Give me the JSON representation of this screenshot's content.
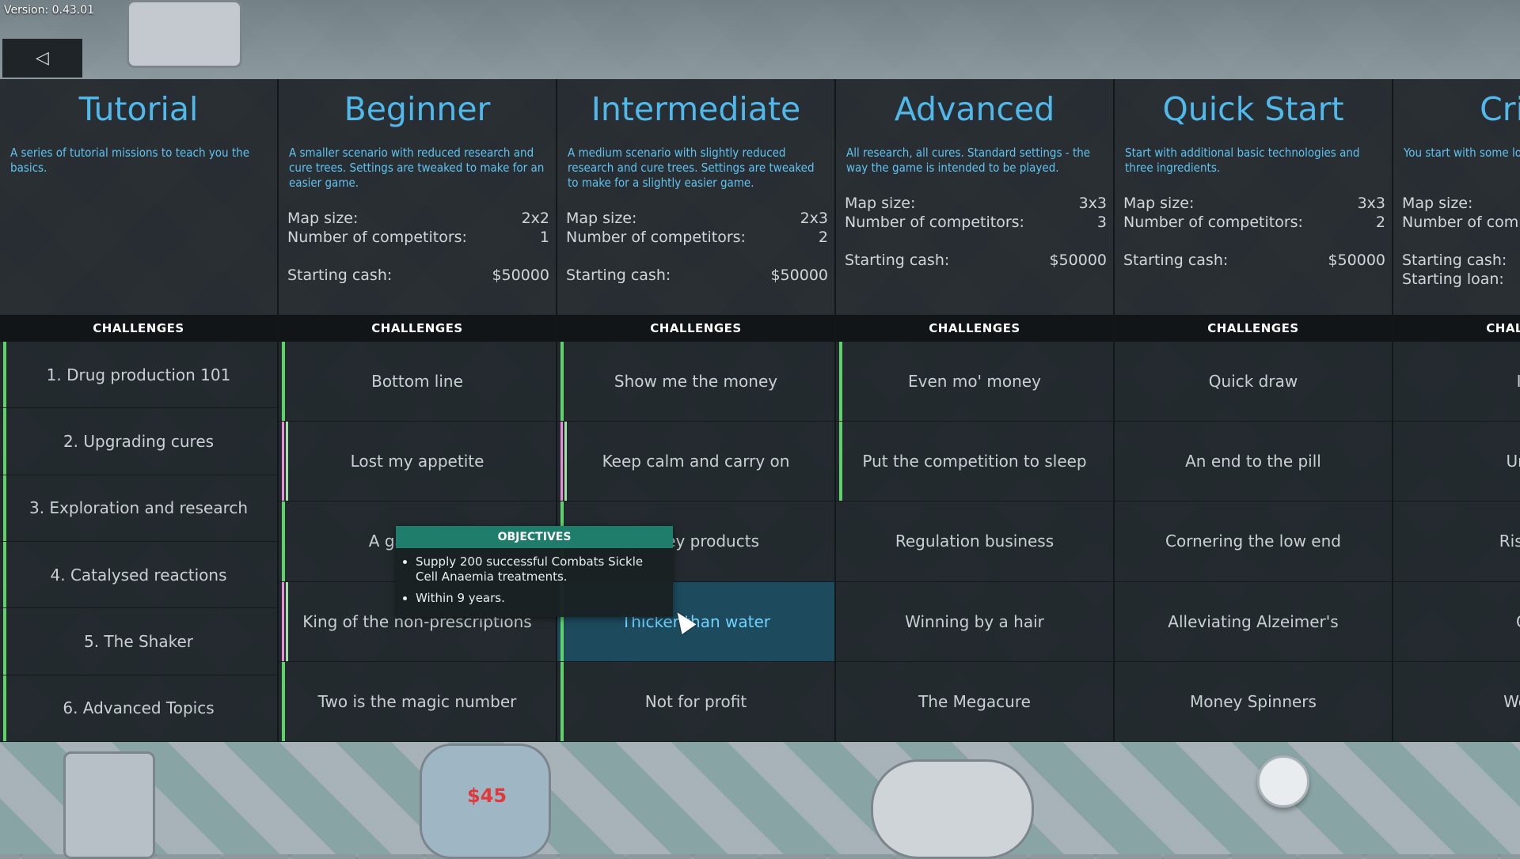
{
  "version": "Version: 0.43.01",
  "back_button": {
    "icon": "back-arrow-icon",
    "glyph": "◁"
  },
  "challenges_heading": "CHALLENGES",
  "columns": [
    {
      "title": "Tutorial",
      "description": "A series of tutorial missions to teach you the basics.",
      "stats": [],
      "challenges": [
        "1. Drug production 101",
        "2. Upgrading cures",
        "3. Exploration and research",
        "4. Catalysed reactions",
        "5. The Shaker",
        "6. Advanced Topics"
      ]
    },
    {
      "title": "Beginner",
      "description": "A smaller scenario with reduced research and cure trees. Settings are tweaked to make for an easier game.",
      "stats": [
        {
          "label": "Map size:",
          "value": "2x2"
        },
        {
          "label": "Number of competitors:",
          "value": "1"
        },
        {
          "label": "",
          "value": ""
        },
        {
          "label": "Starting cash:",
          "value": "$50000"
        }
      ],
      "challenges": [
        "Bottom line",
        "Lost my appetite",
        "A game of…",
        "King of the non-prescriptions",
        "Two is the magic number"
      ]
    },
    {
      "title": "Intermediate",
      "description": "A medium scenario with slightly reduced research and cure trees. Settings are tweaked to make for a slightly easier game.",
      "stats": [
        {
          "label": "Map size:",
          "value": "2x3"
        },
        {
          "label": "Number of competitors:",
          "value": "2"
        },
        {
          "label": "",
          "value": ""
        },
        {
          "label": "Starting cash:",
          "value": "$50000"
        }
      ],
      "challenges": [
        "Show me the money",
        "Keep calm and carry on",
        "Money products",
        "Thicker than water",
        "Not for profit"
      ]
    },
    {
      "title": "Advanced",
      "description": "All research, all cures. Standard settings - the way the game is intended to be played.",
      "stats": [
        {
          "label": "Map size:",
          "value": "3x3"
        },
        {
          "label": "Number of competitors:",
          "value": "3"
        },
        {
          "label": "",
          "value": ""
        },
        {
          "label": "Starting cash:",
          "value": "$50000"
        }
      ],
      "challenges": [
        "Even mo' money",
        "Put the competition to sleep",
        "Regulation business",
        "Winning by a hair",
        "The Megacure"
      ]
    },
    {
      "title": "Quick Start",
      "description": "Start with additional basic technologies and three ingredients.",
      "stats": [
        {
          "label": "Map size:",
          "value": "3x3"
        },
        {
          "label": "Number of competitors:",
          "value": "2"
        },
        {
          "label": "",
          "value": ""
        },
        {
          "label": "Starting cash:",
          "value": "$50000"
        }
      ],
      "challenges": [
        "Quick draw",
        "An end to the pill",
        "Cornering the low end",
        "Alleviating Alzeimer's",
        "Money Spinners"
      ]
    },
    {
      "title": "Crippli",
      "description": "You start with some loan.",
      "stats": [
        {
          "label": "Map size:",
          "value": ""
        },
        {
          "label": "Number of comp",
          "value": ""
        },
        {
          "label": "",
          "value": ""
        },
        {
          "label": "Starting cash:",
          "value": ""
        },
        {
          "label": "Starting loan:",
          "value": ""
        }
      ],
      "challenges": [
        "Into",
        "Ungue",
        "Rising fr",
        "Goo",
        "Well oil"
      ]
    }
  ],
  "tooltip": {
    "title": "OBJECTIVES",
    "items": [
      "Supply 200 successful Combats Sickle Cell Anaemia treatments.",
      "Within 9 years."
    ]
  },
  "background": {
    "price_tag": "$45"
  }
}
